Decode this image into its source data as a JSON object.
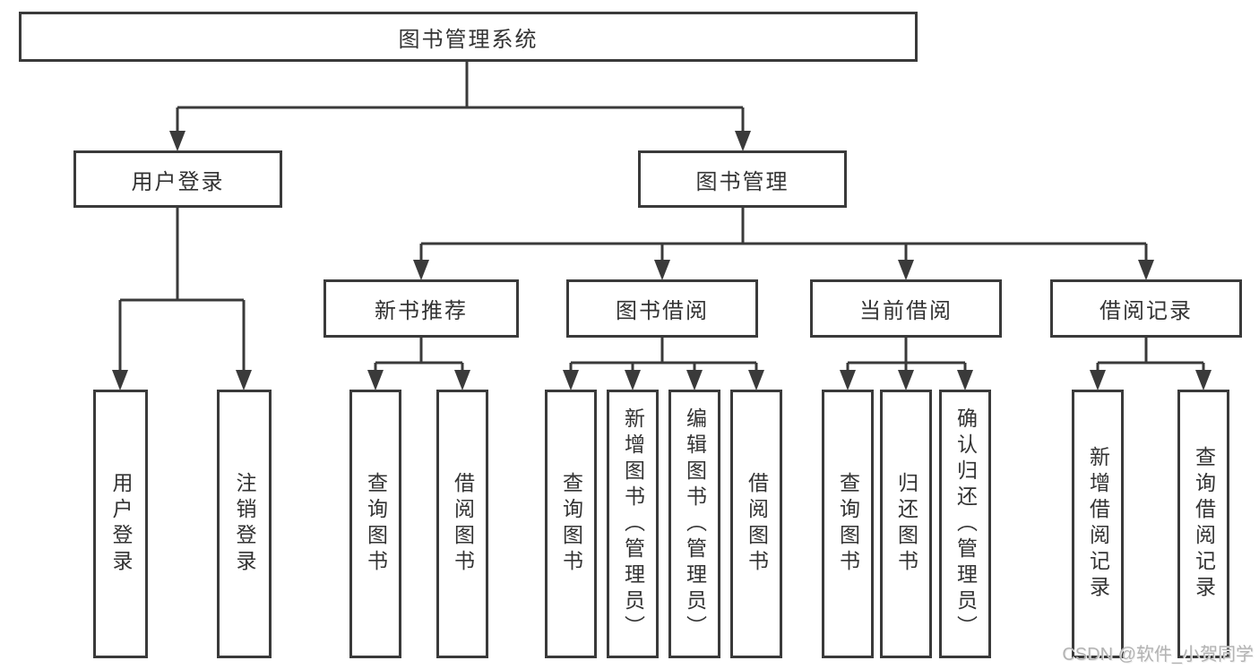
{
  "colors": {
    "line": "#3a3a3a",
    "text": "#333333",
    "watermark": "#b3b3b3"
  },
  "watermark": "CSDN @软件_小贺同学",
  "tree": {
    "root": {
      "label": "图书管理系统",
      "children": [
        {
          "label": "用户登录",
          "children": [
            {
              "label": "用户登录"
            },
            {
              "label": "注销登录"
            }
          ]
        },
        {
          "label": "图书管理",
          "children": [
            {
              "label": "新书推荐",
              "children": [
                {
                  "label": "查询图书"
                },
                {
                  "label": "借阅图书"
                }
              ]
            },
            {
              "label": "图书借阅",
              "children": [
                {
                  "label": "查询图书"
                },
                {
                  "label": "新增图书（管理员）"
                },
                {
                  "label": "编辑图书（管理员）"
                },
                {
                  "label": "借阅图书"
                }
              ]
            },
            {
              "label": "当前借阅",
              "children": [
                {
                  "label": "查询图书"
                },
                {
                  "label": "归还图书"
                },
                {
                  "label": "确认归还（管理员）"
                }
              ]
            },
            {
              "label": "借阅记录",
              "children": [
                {
                  "label": "新增借阅记录"
                },
                {
                  "label": "查询借阅记录"
                }
              ]
            }
          ]
        }
      ]
    }
  }
}
